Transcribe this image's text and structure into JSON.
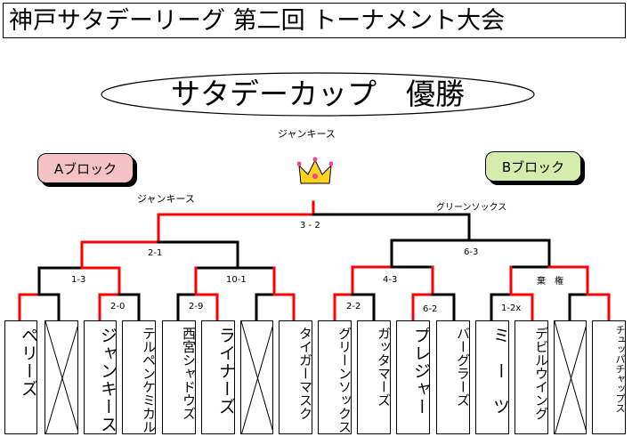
{
  "title": "神戸サタデーリーグ 第二回 トーナメント大会",
  "cup_title": "サタデーカップ　優勝",
  "champion": "ジャンキース",
  "block_a": "Aブロック",
  "block_b": "Bブロック",
  "semi_a_winner": "ジャンキース",
  "semi_b_winner": "グリーンソックス",
  "final_score": "3 - 2",
  "scores": {
    "a_left": "2-1",
    "b_right": "6-3",
    "q1": "1-3",
    "q2": "10-1",
    "q3": "4-3",
    "q4": "棄　権",
    "r1": "2-0",
    "r2": "2-9",
    "r3": "2-2",
    "r4": "6-2",
    "r5": "1-2x"
  },
  "teams": [
    {
      "name": "ペリーズ",
      "empty": false
    },
    {
      "name": "",
      "empty": true
    },
    {
      "name": "ジャンキース",
      "empty": false
    },
    {
      "name": "テルペンケミカルズ",
      "empty": false
    },
    {
      "name": "西宮シャドウズ",
      "empty": false
    },
    {
      "name": "ライナーズ",
      "empty": false
    },
    {
      "name": "",
      "empty": true
    },
    {
      "name": "タイガーマスク",
      "empty": false
    },
    {
      "name": "グリーンソックス",
      "empty": false
    },
    {
      "name": "ガッタマーズ",
      "empty": false
    },
    {
      "name": "プレジャー",
      "empty": false
    },
    {
      "name": "バーグラーズ",
      "empty": false
    },
    {
      "name": "ミ　ー　ツ",
      "empty": false
    },
    {
      "name": "デビルウイング",
      "empty": false
    },
    {
      "name": "",
      "empty": true
    },
    {
      "name": "チュッパチャップス",
      "empty": false
    }
  ],
  "colors": {
    "win": "#ff0000",
    "lose": "#000000",
    "block_a": "#f4c2c2",
    "block_b": "#d6ecac",
    "crown": "#ffd21f"
  }
}
